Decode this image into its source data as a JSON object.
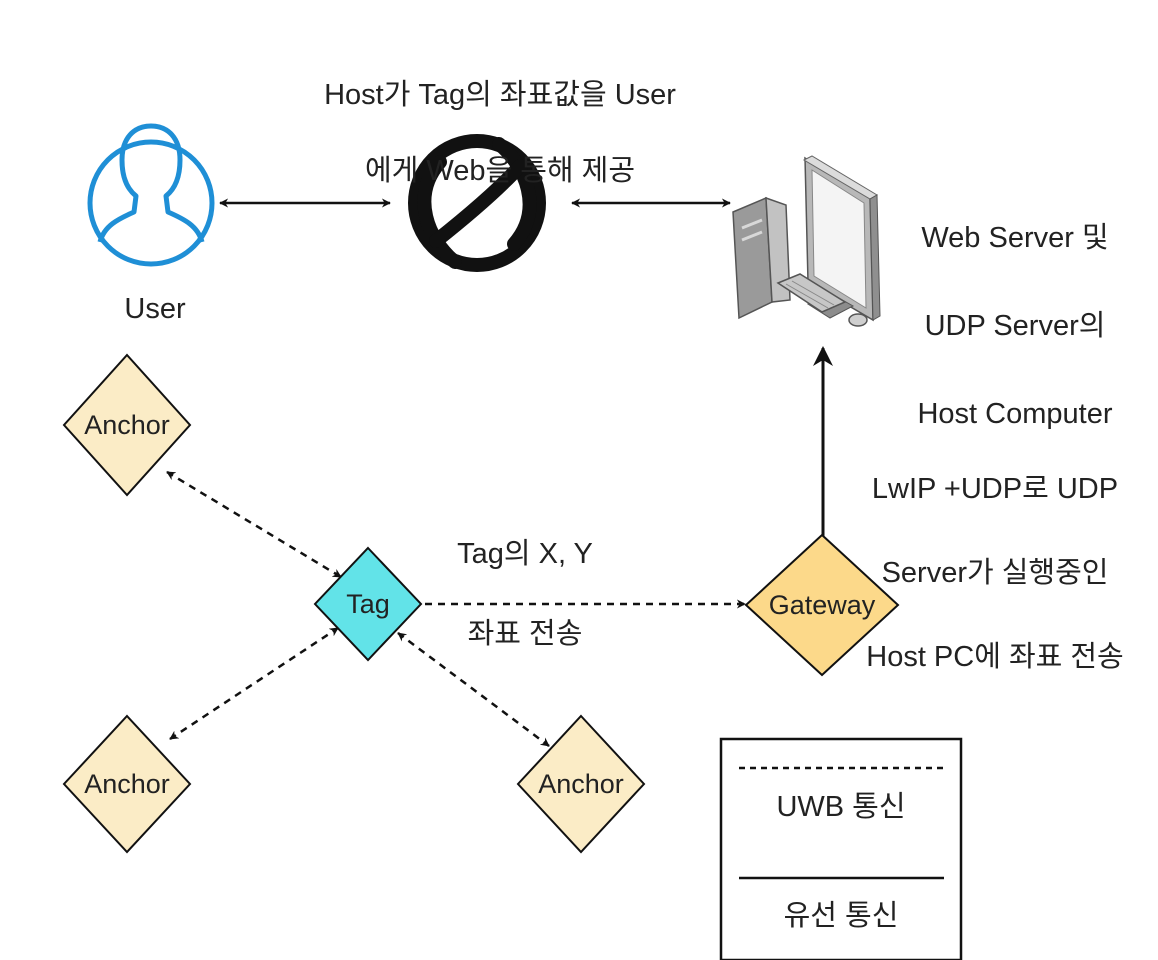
{
  "colors": {
    "anchor_fill": "#fbecc6",
    "gateway_fill": "#fcd98a",
    "tag_fill": "#62e3e8",
    "user_icon": "#1f8fd6",
    "stroke": "#111111"
  },
  "icons": {
    "user": "user-icon",
    "web": "globe-icon",
    "host": "desktop-computer-icon"
  },
  "labels": {
    "web_caption_line1": "Host가 Tag의 좌표값을 User",
    "web_caption_line2": "에게 Web을 통해 제공",
    "user": "User",
    "host_line1": "Web Server 및",
    "host_line2": "UDP Server의",
    "host_line3": "Host Computer",
    "uplink_line1": "LwIP +UDP로 UDP",
    "uplink_line2": "Server가 실행중인",
    "uplink_line3": "Host PC에 좌표 전송",
    "tag_send_line1": "Tag의 X, Y",
    "tag_send_line2": "좌표 전송"
  },
  "nodes": {
    "anchor_top": "Anchor",
    "anchor_bottom_left": "Anchor",
    "anchor_bottom_right": "Anchor",
    "tag": "Tag",
    "gateway": "Gateway"
  },
  "legend": {
    "uwb": "UWB 통신",
    "wired": "유선 통신"
  }
}
